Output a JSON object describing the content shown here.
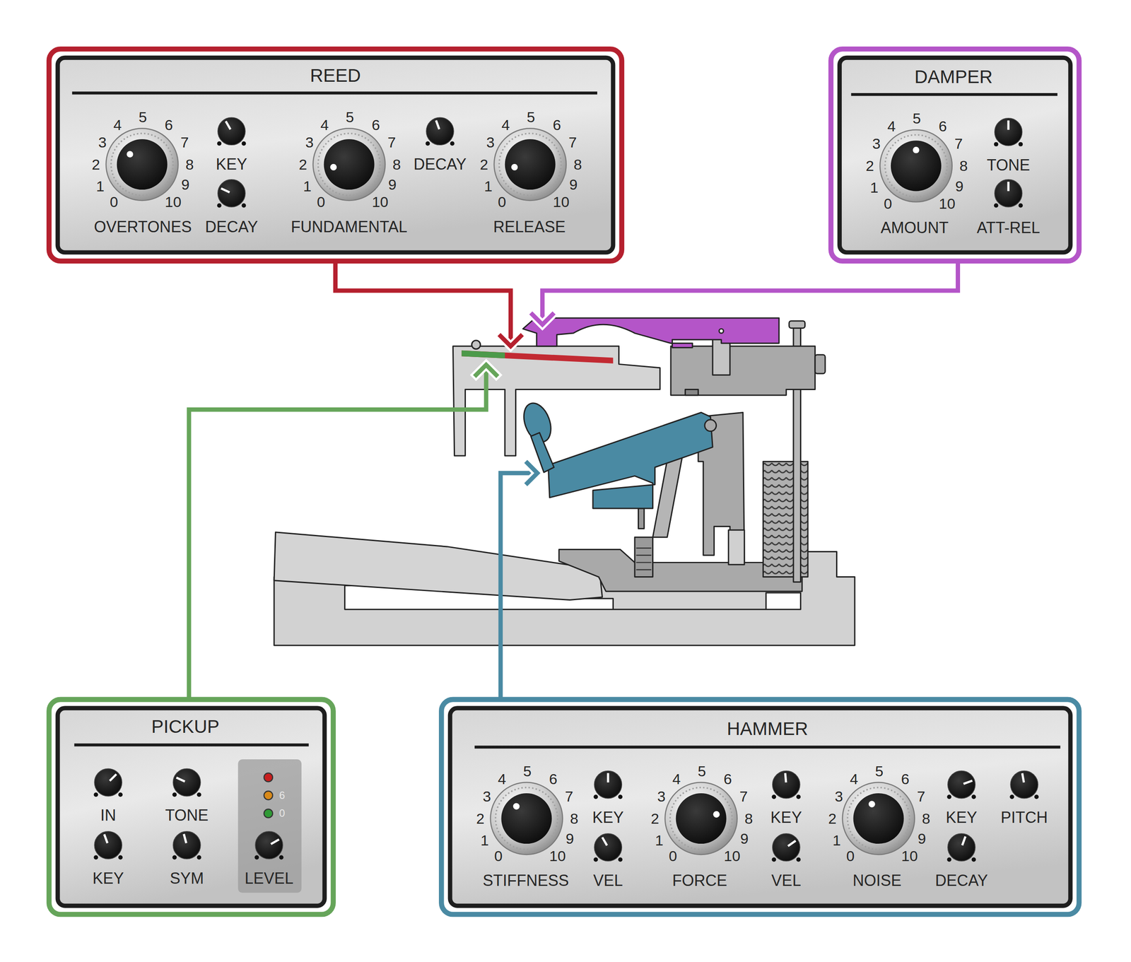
{
  "diagram": {
    "nodes": [
      {
        "text": [
          "REED",
          "0",
          "1",
          "2",
          "3",
          "4",
          "5",
          "6",
          "7",
          "8",
          "9",
          "10",
          "OVERTONES",
          "KEY",
          "DECAY",
          "0",
          "1",
          "2",
          "3",
          "4",
          "5",
          "6",
          "7",
          "8",
          "9",
          "10",
          "FUNDAMENTAL",
          "DECAY",
          "0",
          "1",
          "2",
          "3",
          "4",
          "5",
          "6",
          "7",
          "8",
          "9",
          "10",
          "RELEASE"
        ]
      },
      {
        "text": [
          "DAMPER",
          "0",
          "1",
          "2",
          "3",
          "4",
          "5",
          "6",
          "7",
          "8",
          "9",
          "10",
          "AMOUNT",
          "TONE",
          "ATT-REL"
        ]
      },
      {
        "text": [
          "PICKUP",
          "IN",
          "TONE",
          "KEY",
          "SYM",
          "6",
          "0",
          "LEVEL"
        ]
      },
      {
        "text": [
          "HAMMER",
          "0",
          "1",
          "2",
          "3",
          "4",
          "5",
          "6",
          "7",
          "8",
          "9",
          "10",
          "STIFFNESS",
          "KEY",
          "VEL",
          "0",
          "1",
          "2",
          "3",
          "4",
          "5",
          "6",
          "7",
          "8",
          "9",
          "10",
          "FORCE",
          "KEY",
          "VEL",
          "0",
          "1",
          "2",
          "3",
          "4",
          "5",
          "6",
          "7",
          "8",
          "9",
          "10",
          "NOISE",
          "KEY",
          "DECAY",
          "PITCH"
        ]
      }
    ]
  }
}
